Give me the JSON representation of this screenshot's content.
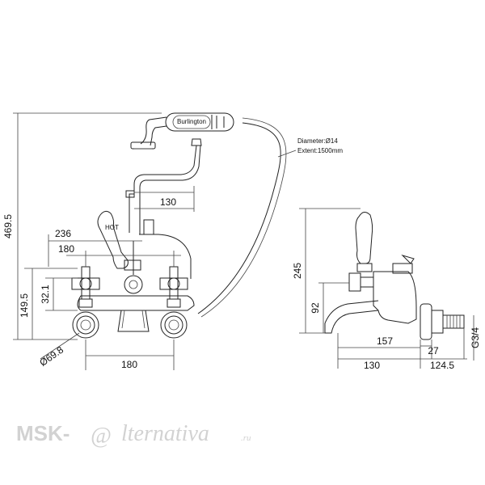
{
  "dimensions": {
    "overall_height": "469.5",
    "spout_height": "149.5",
    "handle_center": "32.1",
    "flange_dia": "Ø69.8",
    "top_width": "236",
    "top_centers": "180",
    "bottom_centers": "180",
    "hose_offset": "130",
    "side_height": "245",
    "spout_side_height": "92",
    "spout_reach": "157",
    "base_offset": "130",
    "inlet_len": "124.5",
    "flange_thk": "27",
    "thread": "G3/4"
  },
  "hose_note": {
    "diameter": "Diameter:Ø14",
    "extent": "Extent:1500mm"
  },
  "handset_brand": "Burlington",
  "handle_label": "HOT",
  "watermark": {
    "left": "MSK-",
    "mark": "@",
    "right": "lternativa",
    "suffix": ".ru"
  }
}
